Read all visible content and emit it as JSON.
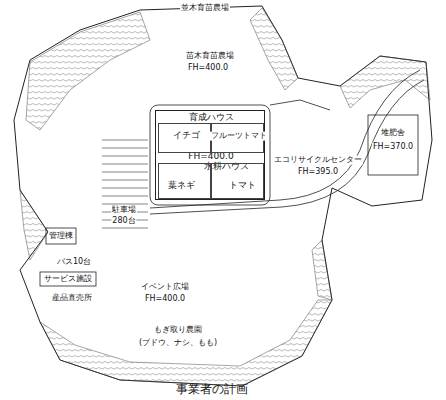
{
  "diagram": {
    "caption": "事業者の計画",
    "nodes": [
      {
        "text": [
          "育成ハウス",
          "FH=400.0",
          "水耕ハウス"
        ]
      },
      {
        "text": [
          "イチゴ"
        ],
        "in": 0
      },
      {
        "text": [
          "フルーツトマト"
        ],
        "in": 0
      },
      {
        "text": [
          "葉ネギ"
        ],
        "in": 0
      },
      {
        "text": [
          "トマト"
        ],
        "in": 0
      }
    ],
    "labels": [
      "並木育苗農場",
      "苗木育苗農場",
      "FH=400.0",
      "堆肥舎",
      "FH=370.0",
      "エコリサイクルセンター",
      "FH=395.0",
      "駐車場",
      "280台",
      "管理棟",
      "バス10台",
      "サービス施設",
      "産品直売所",
      "イベント広場",
      "FH=400.0",
      "もぎ取り農園",
      "(ブドウ、ナシ、もも)"
    ]
  }
}
